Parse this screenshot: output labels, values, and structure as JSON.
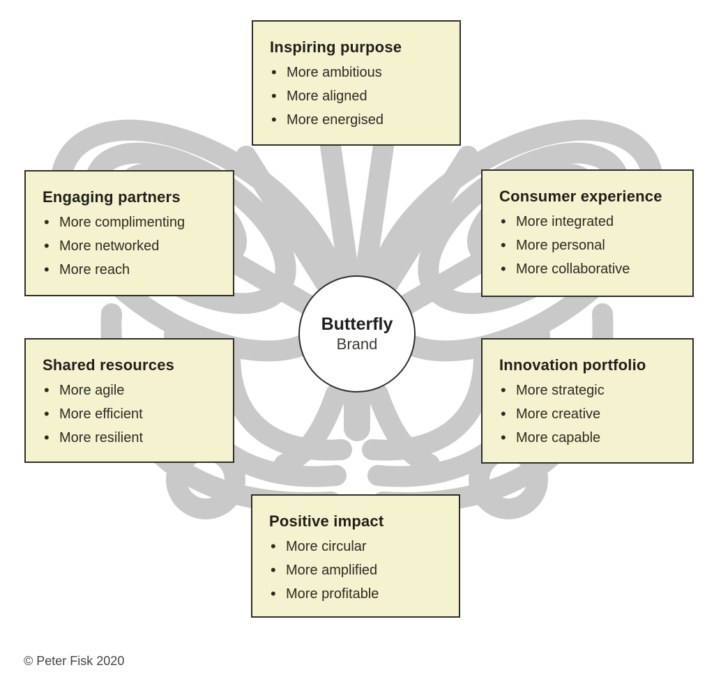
{
  "diagram": {
    "center": {
      "title": "Butterfly",
      "subtitle": "Brand"
    },
    "boxes": [
      {
        "id": "inspiring-purpose",
        "title": "Inspiring purpose",
        "items": [
          "More ambitious",
          "More aligned",
          "More energised"
        ]
      },
      {
        "id": "engaging-partners",
        "title": "Engaging partners",
        "items": [
          "More complimenting",
          "More networked",
          "More reach"
        ]
      },
      {
        "id": "consumer-experience",
        "title": "Consumer experience",
        "items": [
          "More integrated",
          "More personal",
          "More collaborative"
        ]
      },
      {
        "id": "shared-resources",
        "title": "Shared resources",
        "items": [
          "More agile",
          "More efficient",
          "More resilient"
        ]
      },
      {
        "id": "innovation-portfolio",
        "title": "Innovation portfolio",
        "items": [
          "More strategic",
          "More creative",
          "More capable"
        ]
      },
      {
        "id": "positive-impact",
        "title": "Positive impact",
        "items": [
          "More circular",
          "More amplified",
          "More profitable"
        ]
      }
    ],
    "copyright": "© Peter Fisk 2020",
    "icons": [
      {
        "name": "butterfly-icon",
        "meaning": "grey butterfly background illustration"
      }
    ],
    "colors": {
      "card_background": "#f5f2cf",
      "card_border": "#2d2d28",
      "text": "#2b2b24",
      "butterfly_grey": "#c9c9c9",
      "page_background": "#ffffff"
    }
  }
}
